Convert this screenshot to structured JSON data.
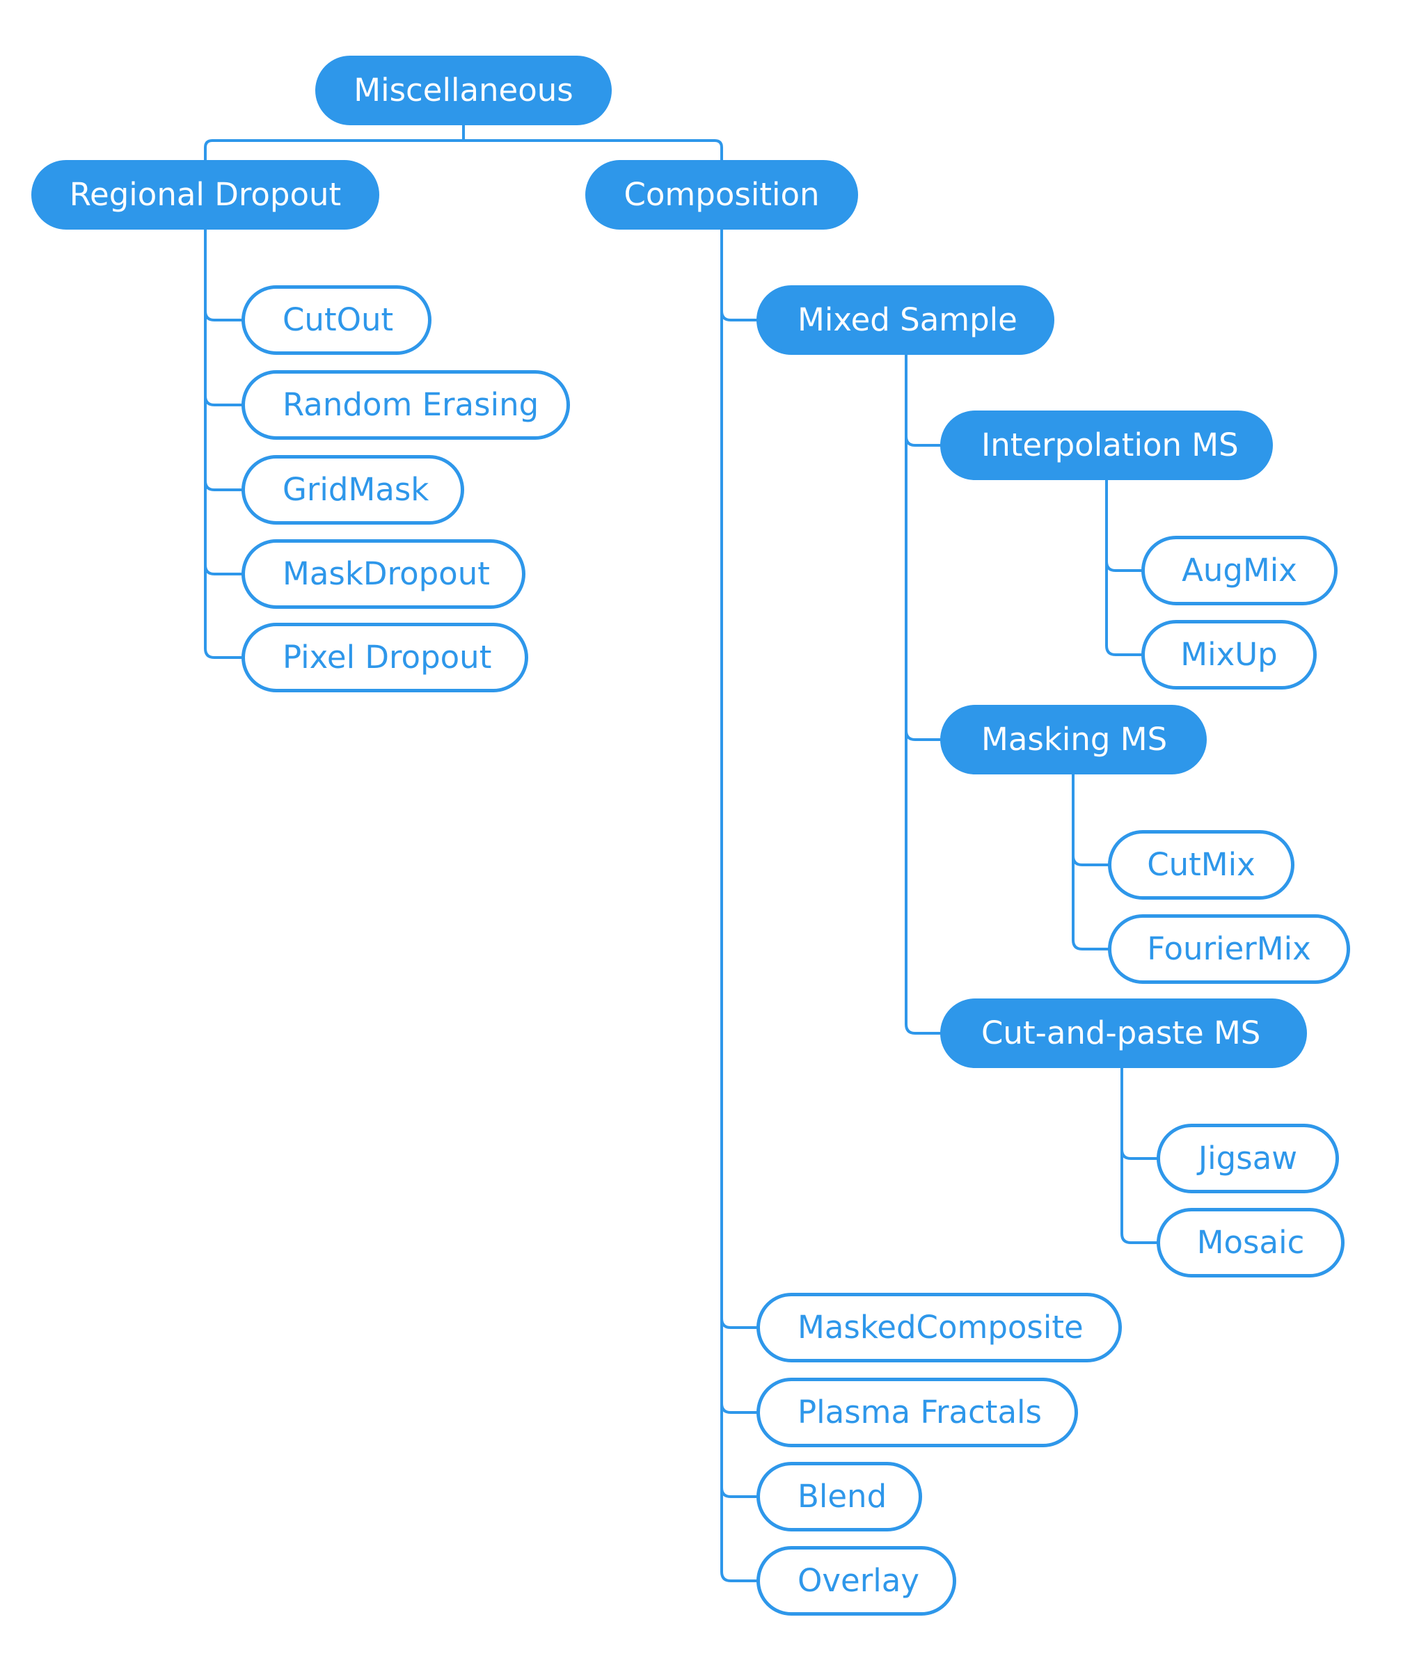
{
  "colors": {
    "accent": "#2e97ea",
    "background": "#ffffff"
  },
  "nodes": {
    "miscellaneous": "Miscellaneous",
    "regional_dropout": "Regional Dropout",
    "composition": "Composition",
    "cutout": "CutOut",
    "random_erasing": "Random Erasing",
    "gridmask": "GridMask",
    "maskdropout": "MaskDropout",
    "pixel_dropout": "Pixel Dropout",
    "mixed_sample": "Mixed Sample",
    "interpolation_ms": "Interpolation MS",
    "augmix": "AugMix",
    "mixup": "MixUp",
    "masking_ms": "Masking MS",
    "cutmix": "CutMix",
    "fouriermix": "FourierMix",
    "cut_and_paste_ms": "Cut-and-paste MS",
    "jigsaw": "Jigsaw",
    "mosaic": "Mosaic",
    "maskedcomposite": "MaskedComposite",
    "plasma_fractals": "Plasma Fractals",
    "blend": "Blend",
    "overlay": "Overlay"
  }
}
